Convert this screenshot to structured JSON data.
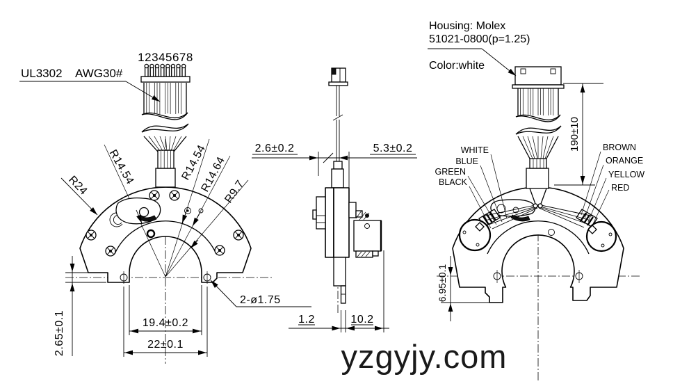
{
  "watermark": "yzgyjy.com",
  "front_view": {
    "pin_numbers": "12345678",
    "wire_label_1": "UL3302",
    "wire_label_2": "AWG30#",
    "radius_labels": {
      "r24": "R24",
      "r14_54_left": "R14.54",
      "r14_54_right": "R14.54",
      "r14_64": "R14.64",
      "r9_7": "R9.7"
    },
    "dims": {
      "inner_width": "19.4±0.2",
      "outer_width": "22±0.1",
      "foot_height": "2.65±0.1",
      "mount_holes": "2-ø1.75"
    }
  },
  "side_view": {
    "dims": {
      "wire_offset": "2.6±0.2",
      "mount_offset": "5.3±0.2",
      "plate_thickness": "1.2",
      "depth": "10.2"
    }
  },
  "back_view": {
    "housing_line1": "Housing: Molex",
    "housing_line2": "51021-0800(p=1.25)",
    "color_note": "Color:white",
    "dims": {
      "cable_length": "190±10",
      "center_offset": "6.95±0.1"
    },
    "wire_colors_left": [
      "WHITE",
      "BLUE",
      "GREEN",
      "BLACK"
    ],
    "wire_colors_right": [
      "BROWN",
      "ORANGE",
      "YELLOW",
      "RED"
    ]
  },
  "colors": {
    "line": "#000000",
    "background": "#ffffff",
    "watermark": "#1a1a1a"
  }
}
